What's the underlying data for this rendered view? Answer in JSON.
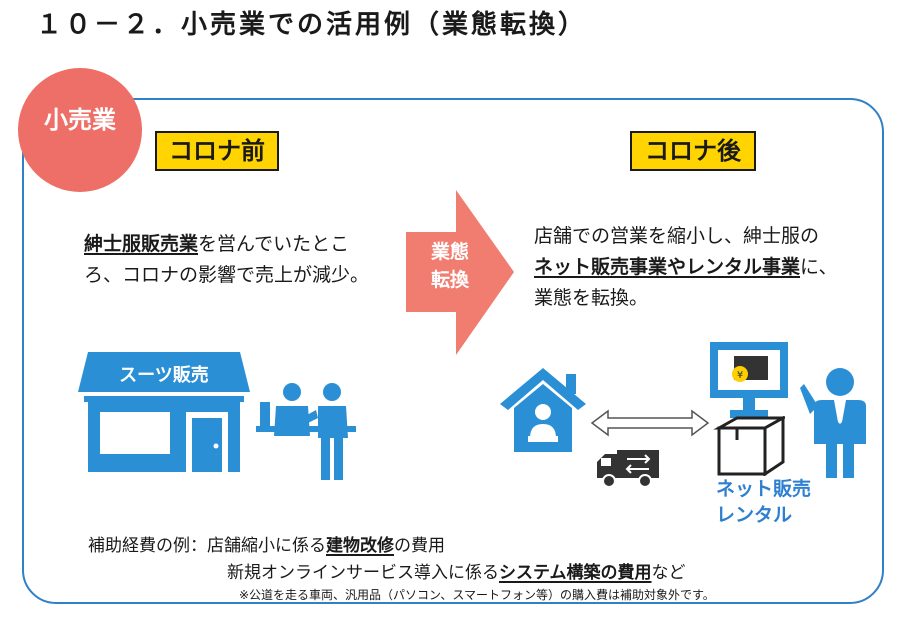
{
  "title": "１０－２．小売業での活用例（業態転換）",
  "badge": "小売業",
  "before": {
    "label": "コロナ前",
    "text_bold": "紳士服販売業",
    "text_line1_rest": "を営んでいたとこ",
    "text_line2": "ろ、コロナの影響で売上が減少。"
  },
  "arrow": {
    "line1": "業態",
    "line2": "転換"
  },
  "after": {
    "label": "コロナ後",
    "line1": "店舗での営業を縮小し、紳士服の",
    "line2_bold": "ネット販売事業やレンタル事業",
    "line2_rest": "に、",
    "line3": "業態を転換。"
  },
  "shop_sign": "スーツ販売",
  "net_label": {
    "line1": "ネット販売",
    "line2": "レンタル"
  },
  "examples": {
    "prefix": "補助経費の例：店舗縮小に係る",
    "bold1": "建物改修",
    "rest1": "の費用",
    "line2_prefix": "新規オンラインサービス導入に係る",
    "bold2": "システム構築の費用",
    "rest2": "など"
  },
  "note": "※公道を走る車両、汎用品（パソコン、スマートフォン等）の購入費は補助対象外です。",
  "colors": {
    "accent_blue": "#2f80c6",
    "badge_red": "#ee6f67",
    "arrow_salmon": "#f07d6f",
    "label_yellow": "#ffd400",
    "icon_blue": "#2b8fd6"
  }
}
